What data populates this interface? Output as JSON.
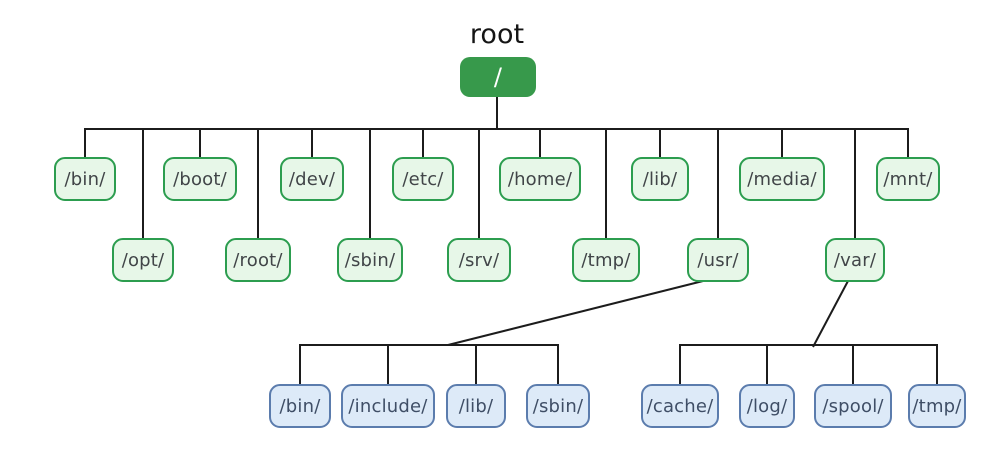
{
  "diagram": {
    "root": {
      "caption": "root",
      "label": "/"
    },
    "level1": {
      "top_row": [
        "/bin/",
        "/boot/",
        "/dev/",
        "/etc/",
        "/home/",
        "/lib/",
        "/media/",
        "/mnt/"
      ],
      "bottom_row": [
        "/opt/",
        "/root/",
        "/sbin/",
        "/srv/",
        "/tmp/",
        "/usr/",
        "/var/"
      ]
    },
    "usr_children": [
      "/bin/",
      "/include/",
      "/lib/",
      "/sbin/"
    ],
    "var_children": [
      "/cache/",
      "/log/",
      "/spool/",
      "/tmp/"
    ],
    "colors": {
      "background": "#ffffff",
      "root_fill": "#37994b",
      "root_text": "#ffffff",
      "dir_fill": "#e7f7e8",
      "dir_border": "#2c9d4f",
      "dir_text": "#414548",
      "subdir_fill": "#ddeaf8",
      "subdir_border": "#5b7cad",
      "subdir_text": "#3f4e66",
      "line": "#1c1c1c"
    }
  }
}
